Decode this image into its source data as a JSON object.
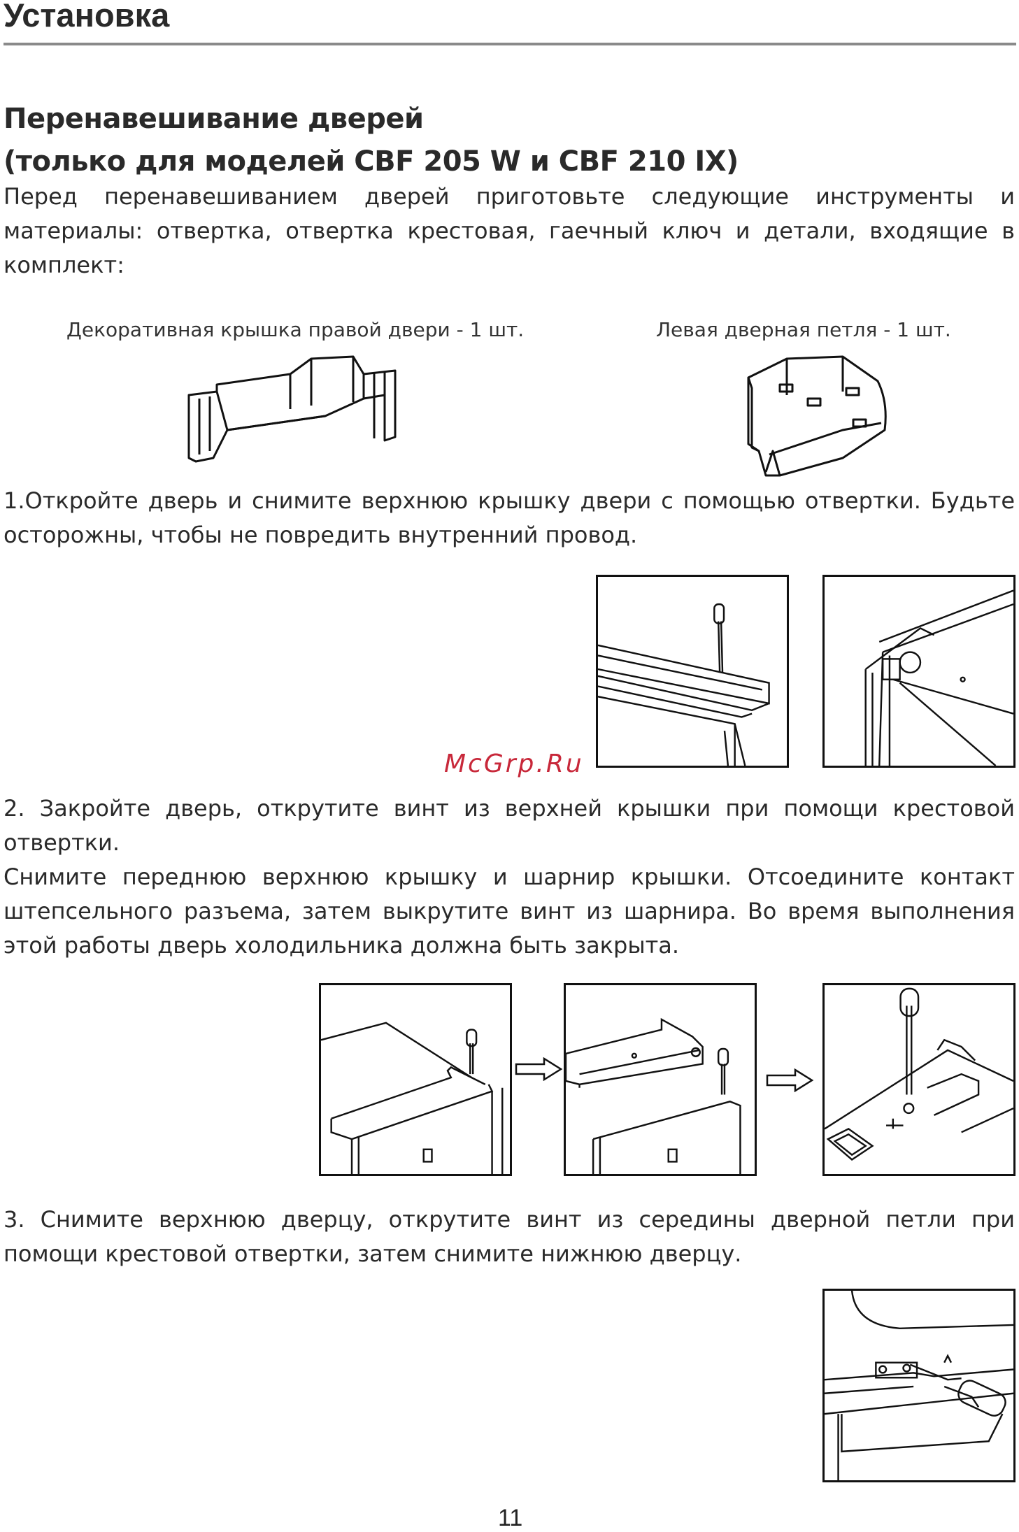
{
  "header": {
    "title": "Установка"
  },
  "section": {
    "title_line1": "Перенавешивание дверей",
    "title_line2": "(только для моделей CBF 205 W и CBF 210 IX)"
  },
  "intro": "Перед перенавешиванием дверей приготовьте следующие инструменты и материалы: отвертка, отвертка крестовая, гаечный ключ и детали, входящие в комплект:",
  "parts": {
    "cover_caption": "Декоративная крышка правой двери  -  1 шт.",
    "hinge_caption": "Левая дверная петля  -  1 шт."
  },
  "steps": {
    "step1": "1.Откройте дверь и снимите верхнюю крышку двери с помощью  отвертки. Будьте осторожны, чтобы не повредить внутренний провод.",
    "step2a": "2. Закройте дверь, открутите винт из верхней крышки при помощи крестовой отвертки.",
    "step2b": "Снимите переднюю верхнюю крышку и шарнир крышки. Отсоедините контакт штепсельного разъема, затем выкрутите винт из шарнира. Во время выполнения этой работы дверь холодильника должна быть закрыта.",
    "step3": "3. Снимите верхнюю дверцу, открутите винт из середины дверной петли при помощи крестовой отвертки, затем снимите нижнюю дверцу."
  },
  "watermark": "McGrp.Ru",
  "page_number": "11"
}
